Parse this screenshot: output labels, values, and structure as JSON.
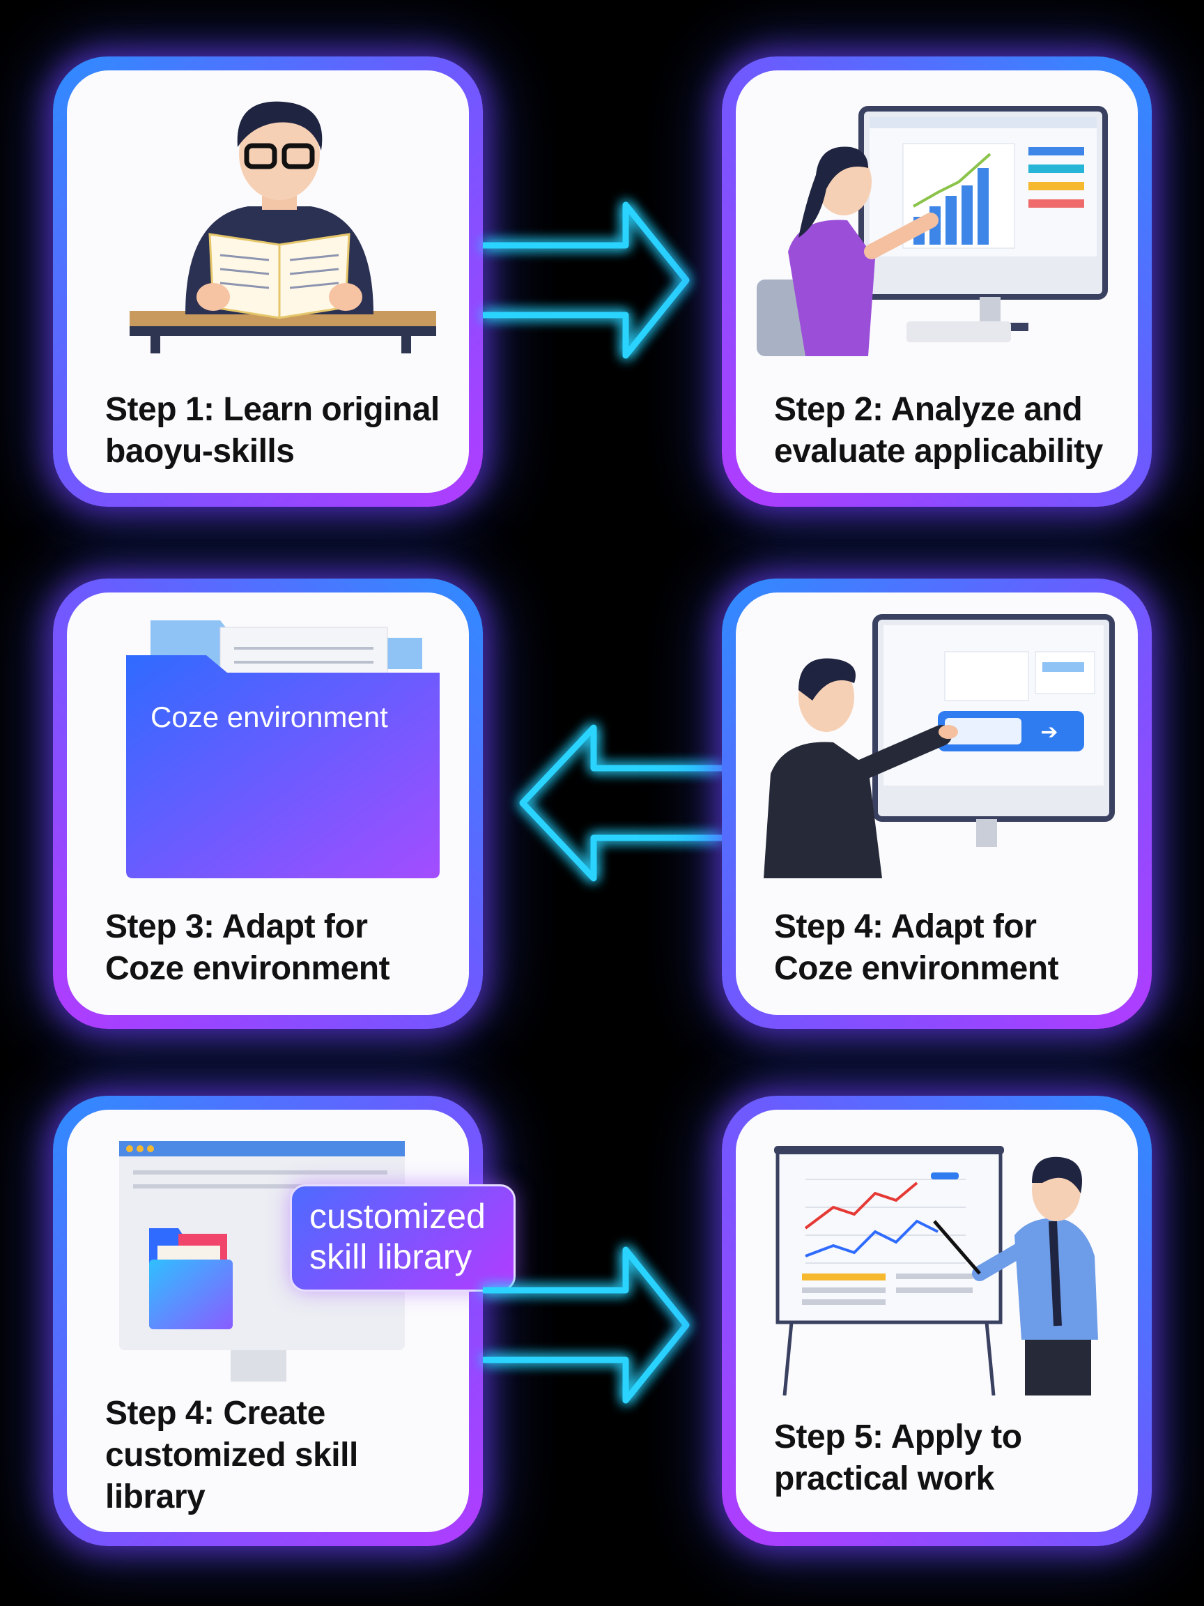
{
  "steps": [
    {
      "lines": [
        "Step 1: Learn original",
        "baoyu-skills"
      ],
      "illustration": "person-reading-book"
    },
    {
      "lines": [
        "Step 2: Analyze and",
        "evaluate applicability"
      ],
      "illustration": "woman-analyzing-chart"
    },
    {
      "lines": [
        "Step 3: Adapt for",
        "Coze environment"
      ],
      "illustration": "folder",
      "folder_label": "Coze environment"
    },
    {
      "lines": [
        "Step 4: Adapt for",
        "Coze environment"
      ],
      "illustration": "man-pressing-button"
    },
    {
      "lines": [
        "Step 4: Create",
        "customized skill",
        "library"
      ],
      "illustration": "monitor-folder",
      "callout": [
        "customized",
        "skill library"
      ]
    },
    {
      "lines": [
        "Step 5: Apply to",
        "practical work"
      ],
      "illustration": "presenter-whiteboard"
    }
  ],
  "arrows": [
    "right",
    "left",
    "right"
  ],
  "colors": {
    "blue": "#2f8cff",
    "purple": "#b23cff",
    "arrow": "#2ad4ff",
    "background": "#000000"
  }
}
